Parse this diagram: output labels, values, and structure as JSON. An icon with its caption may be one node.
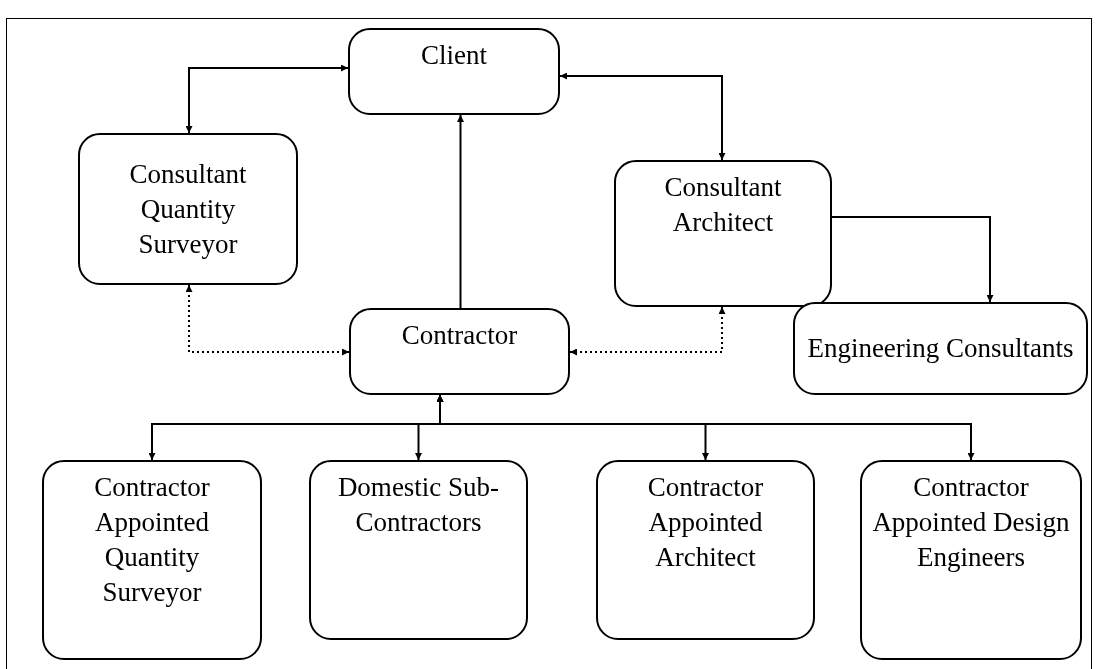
{
  "diagram": {
    "nodes": [
      {
        "text": [
          "Client"
        ]
      },
      {
        "text": [
          "Consultant Quantity Surveyor"
        ]
      },
      {
        "text": [
          "Consultant Architect"
        ]
      },
      {
        "text": [
          "Contractor"
        ]
      },
      {
        "text": [
          "Engineering Consultants"
        ]
      },
      {
        "text": [
          "Contractor Appointed Quantity Surveyor"
        ]
      },
      {
        "text": [
          "Domestic Sub-Contractors"
        ]
      },
      {
        "text": [
          "Contractor Appointed Architect"
        ]
      },
      {
        "text": [
          "Contractor Appointed Design Engineers"
        ]
      }
    ],
    "edges": [
      {
        "from": 0,
        "to": 1,
        "arrow": "both"
      },
      {
        "from": 0,
        "to": 2,
        "arrow": "both"
      },
      {
        "from": 3,
        "to": 0,
        "arrow": "to"
      },
      {
        "from": 3,
        "to": 1,
        "arrow": "both",
        "style": "dashed"
      },
      {
        "from": 3,
        "to": 2,
        "arrow": "both",
        "style": "dashed"
      },
      {
        "from": 2,
        "to": 4,
        "arrow": "to"
      },
      {
        "from": 3,
        "to": 5,
        "arrow": "both"
      },
      {
        "from": 3,
        "to": 6,
        "arrow": "both"
      },
      {
        "from": 3,
        "to": 7,
        "arrow": "both"
      },
      {
        "from": 3,
        "to": 8,
        "arrow": "both"
      }
    ]
  }
}
